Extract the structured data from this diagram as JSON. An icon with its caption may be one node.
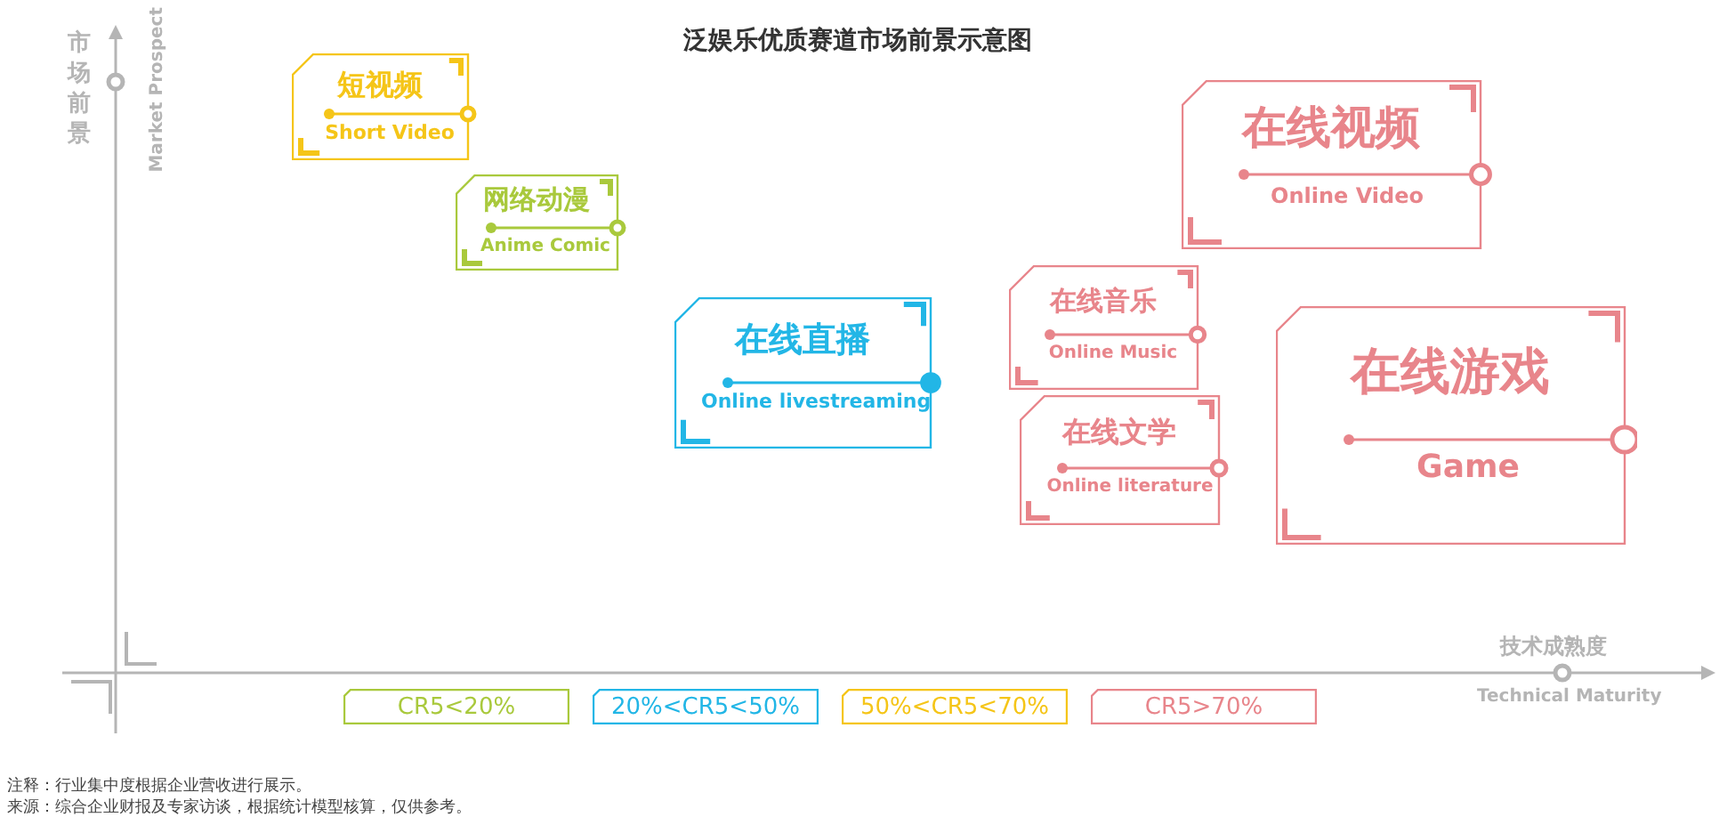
{
  "diagram": {
    "title": "泛娱乐优质赛道市场前景示意图",
    "nodes": [
      {
        "text": [
          "短视频",
          "Short Video"
        ]
      },
      {
        "text": [
          "网络动漫",
          "Anime Comic"
        ]
      },
      {
        "text": [
          "在线直播",
          "Online livestreaming"
        ]
      },
      {
        "text": [
          "在线音乐",
          "Online Music"
        ]
      },
      {
        "text": [
          "在线文学",
          "Online literature"
        ]
      },
      {
        "text": [
          "在线视频",
          "Online Video"
        ]
      },
      {
        "text": [
          "在线游戏",
          "Game"
        ]
      }
    ],
    "labels": [
      "市场前景",
      "Market Prospect",
      "技术成熟度",
      "Technical Maturity",
      "注释：行业集中度根据企业营收进行展示。",
      "来源：综合企业财报及专家访谈，根据统计模型核算，仅供参考。"
    ],
    "legend": [
      {
        "text": "CR5<20%",
        "color": "#a9c93c"
      },
      {
        "text": "20%<CR5<50%",
        "color": "#22b6e6"
      },
      {
        "text": "50%<CR5<70%",
        "color": "#f5c518"
      },
      {
        "text": "CR5>70%",
        "color": "#e8858b"
      }
    ]
  }
}
